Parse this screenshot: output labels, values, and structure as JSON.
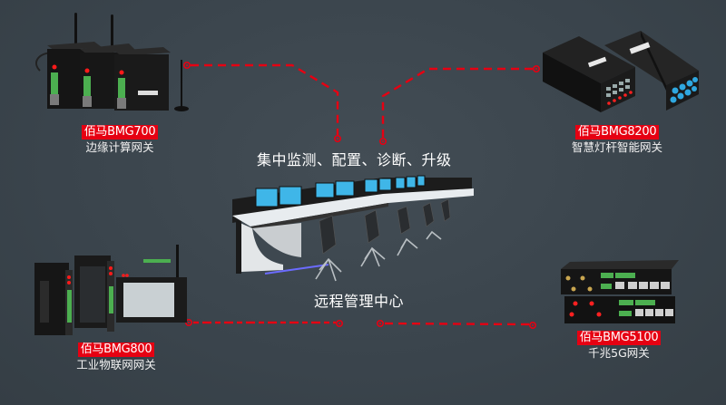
{
  "diagram": {
    "background_color": "#3b454d",
    "accent_color": "#e60012",
    "center": {
      "top_caption": "集中监测、配置、诊断、升级",
      "bottom_caption": "远程管理中心",
      "image": "control-center-console-icon"
    },
    "devices": [
      {
        "id": "bmg700",
        "position": "top-left",
        "model": "佰马BMG700",
        "description": "边缘计算网关",
        "image": "edge-gateway-icon"
      },
      {
        "id": "bmg8200",
        "position": "top-right",
        "model": "佰马BMG8200",
        "description": "智慧灯杆智能网关",
        "image": "smart-pole-gateway-icon"
      },
      {
        "id": "bmg800",
        "position": "bottom-left",
        "model": "佰马BMG800",
        "description": "工业物联网网关",
        "image": "iiot-gateway-icon"
      },
      {
        "id": "bmg5100",
        "position": "bottom-right",
        "model": "佰马BMG5100",
        "description": "千兆5G网关",
        "image": "5g-gateway-icon"
      }
    ],
    "connectors": [
      {
        "from": "bmg700",
        "to": "center",
        "style": "dashed",
        "color": "#e60012"
      },
      {
        "from": "bmg8200",
        "to": "center",
        "style": "dashed",
        "color": "#e60012"
      },
      {
        "from": "bmg800",
        "to": "center",
        "style": "dashed",
        "color": "#e60012"
      },
      {
        "from": "bmg5100",
        "to": "center",
        "style": "dashed",
        "color": "#e60012"
      }
    ]
  }
}
